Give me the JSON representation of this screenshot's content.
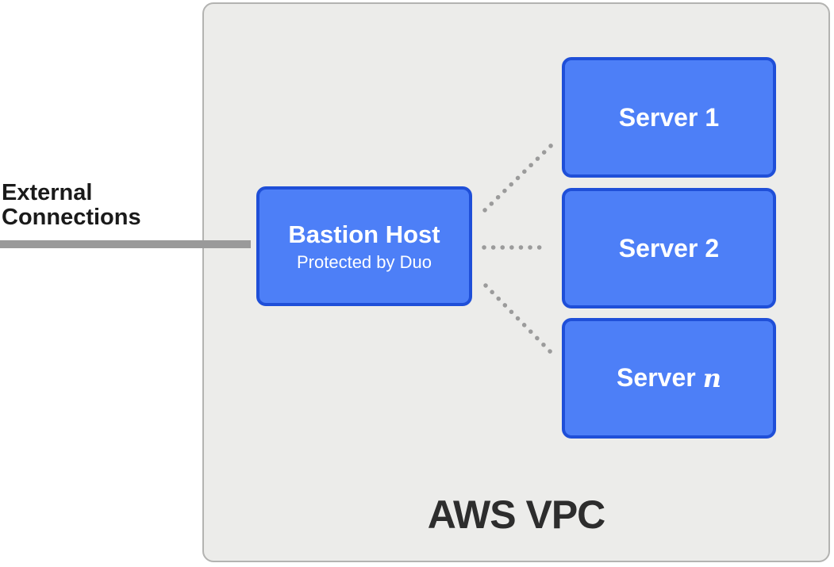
{
  "colors": {
    "node_fill": "#4d7ff7",
    "node_border": "#1f4fd8",
    "node_text": "#ffffff",
    "vpc_fill": "#ececea",
    "vpc_border": "#b3b3b1",
    "connector": "#9a9a9a",
    "dots": "#9b9b9b",
    "external_label_color": "#1a1a1a",
    "vpc_label_color": "#2d2d2d"
  },
  "external": {
    "label": "External Connections"
  },
  "bastion": {
    "title": "Bastion Host",
    "subtitle": "Protected by Duo"
  },
  "servers": [
    {
      "name": "Server",
      "suffix": "1"
    },
    {
      "name": "Server",
      "suffix": "2"
    },
    {
      "name": "Server",
      "suffix": "n"
    }
  ],
  "vpc": {
    "label": "AWS VPC"
  }
}
